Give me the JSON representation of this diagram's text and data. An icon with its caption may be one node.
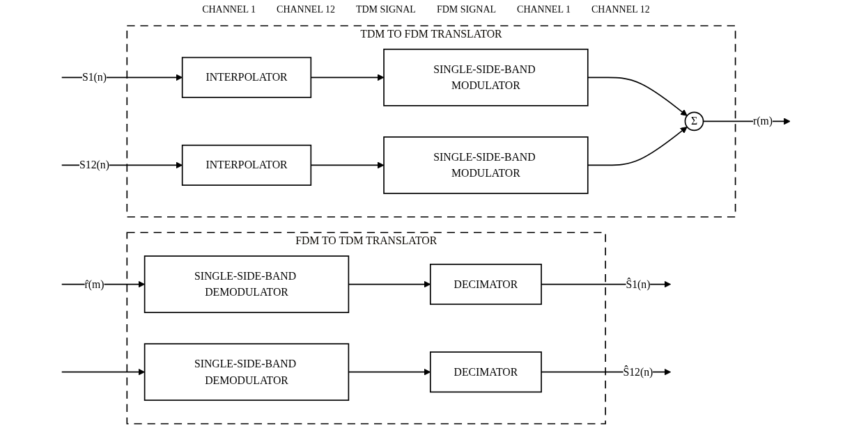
{
  "diagram": {
    "nodes": [
      {
        "text": [
          "TDM TO FDM TRANSLATOR"
        ]
      },
      {
        "text": [
          "INTERPOLATOR"
        ],
        "in": 0
      },
      {
        "text": [
          "SINGLE-SIDE-BAND MODULATOR"
        ],
        "in": 0
      },
      {
        "text": [
          "INTERPOLATOR"
        ],
        "in": 0
      },
      {
        "text": [
          "SINGLE-SIDE-BAND MODULATOR"
        ],
        "in": 0
      },
      {
        "text": [
          "Σ"
        ],
        "in": 0
      },
      {
        "text": [
          "FDM TO TDM TRANSLATOR"
        ]
      },
      {
        "text": [
          "SINGLE-SIDE-BAND DEMODULATOR"
        ],
        "in": 6
      },
      {
        "text": [
          "DECIMATOR"
        ],
        "in": 6
      },
      {
        "text": [
          "SINGLE-SIDE-BAND DEMODULATOR"
        ],
        "in": 6
      },
      {
        "text": [
          "DECIMATOR"
        ],
        "in": 6
      }
    ],
    "edges": [
      {
        "from": null,
        "to": 1,
        "arrow": "to",
        "label": "S1(n)"
      },
      {
        "from": null,
        "to": 3,
        "arrow": "to",
        "label": "S12(n)"
      },
      {
        "from": 1,
        "to": 2,
        "arrow": "to"
      },
      {
        "from": 3,
        "to": 4,
        "arrow": "to"
      },
      {
        "from": 2,
        "to": 5,
        "arrow": "to"
      },
      {
        "from": 4,
        "to": 5,
        "arrow": "to"
      },
      {
        "from": 5,
        "to": null,
        "arrow": "to",
        "label": "r(m)"
      },
      {
        "from": null,
        "to": 7,
        "arrow": "to",
        "label": "r̂(m)"
      },
      {
        "from": null,
        "to": 9,
        "arrow": "to"
      },
      {
        "from": 7,
        "to": 8,
        "arrow": "to"
      },
      {
        "from": 9,
        "to": 10,
        "arrow": "to"
      },
      {
        "from": 8,
        "to": null,
        "arrow": "to",
        "label": "Ŝ1(n)"
      },
      {
        "from": 10,
        "to": null,
        "arrow": "to",
        "label": "Ŝ12(n)"
      }
    ],
    "labels": [
      "CHANNEL 1",
      "CHANNEL 12",
      "TDM SIGNAL",
      "FDM SIGNAL",
      "CHANNEL 1",
      "CHANNEL 12"
    ]
  }
}
